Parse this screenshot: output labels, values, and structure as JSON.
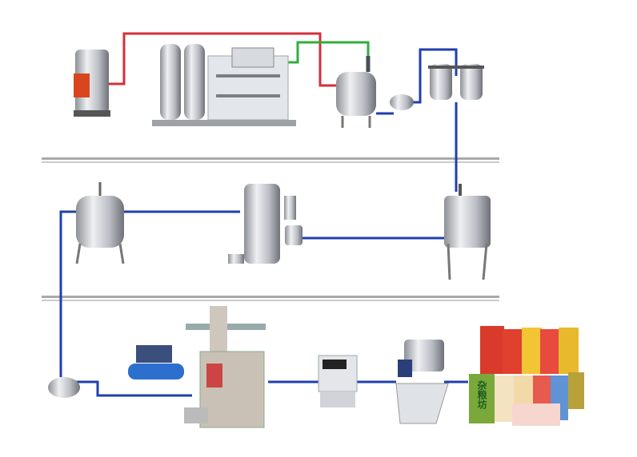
{
  "diagram": {
    "type": "process-flow",
    "colors": {
      "hot_pipe": "#d32f3a",
      "water_pipe": "#2fae3e",
      "product_pipe": "#1f3fae",
      "rail": "#9a9a9a",
      "steel": "#c9ccd2"
    },
    "package_brand": "杂粮坊",
    "stages": [
      {
        "row": 1,
        "equipment": [
          "boiler",
          "water-treatment-unit",
          "mixing-tank",
          "transfer-pump",
          "duplex-filter"
        ]
      },
      {
        "row": 2,
        "equipment": [
          "blending-tank",
          "uht-sterilizer",
          "homogenizer-tank"
        ]
      },
      {
        "row": 3,
        "equipment": [
          "product-pump",
          "air-compressor",
          "aseptic-filling-machine",
          "inkjet-coder",
          "conveyor-packer",
          "finished-packages"
        ]
      }
    ]
  }
}
